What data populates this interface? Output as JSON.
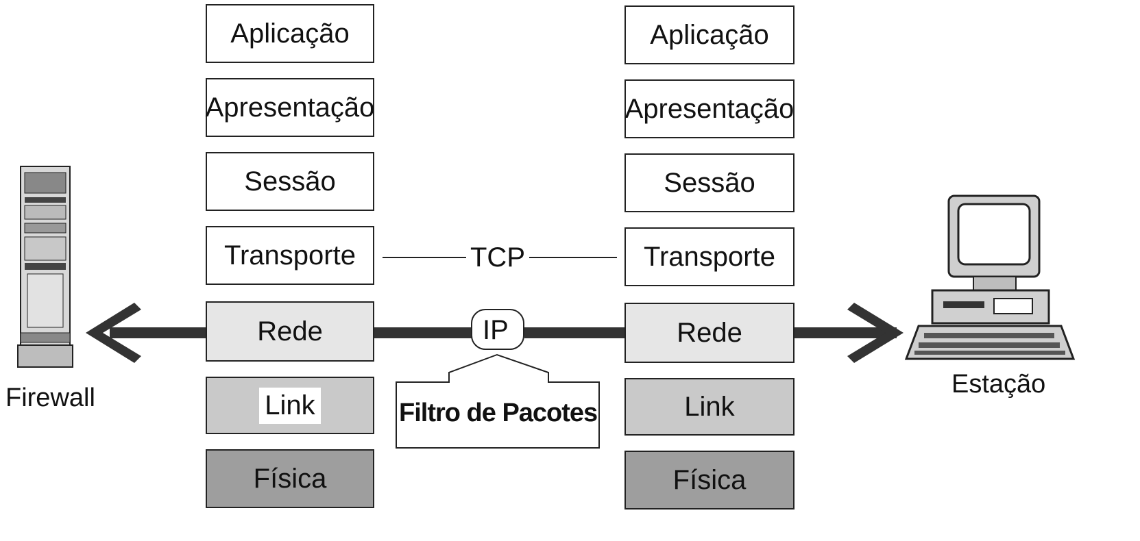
{
  "left_stack": {
    "layers": [
      "Aplicação",
      "Apresentação",
      "Sessão",
      "Transporte",
      "Rede",
      "Link",
      "Física"
    ]
  },
  "right_stack": {
    "layers": [
      "Aplicação",
      "Apresentação",
      "Sessão",
      "Transporte",
      "Rede",
      "Link",
      "Física"
    ]
  },
  "connections": {
    "tcp_label": "TCP",
    "ip_label": "IP"
  },
  "filter": {
    "label": "Filtro de Pacotes"
  },
  "devices": {
    "left_label": "Firewall",
    "right_label": "Estação"
  },
  "colors": {
    "rede_fill": "#e6e6e6",
    "link_fill": "#c9c9c9",
    "fisica_fill": "#9e9e9e",
    "arrow": "#333333"
  }
}
